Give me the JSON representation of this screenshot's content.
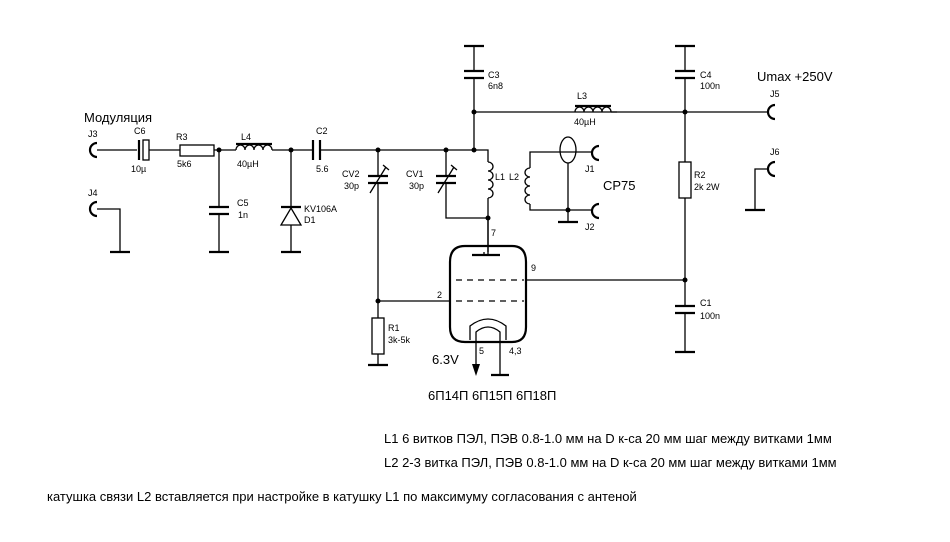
{
  "modulation_label": "Модуляция",
  "supply_label": "Umax +250V",
  "antenna_label": "CP75",
  "filament_label": "6.3V",
  "tube_types": "6П14П 6П15П 6П18П",
  "components": {
    "C6": {
      "ref": "C6",
      "value": "10µ"
    },
    "R3": {
      "ref": "R3",
      "value": "5k6"
    },
    "L4": {
      "ref": "L4",
      "value": "40µH"
    },
    "C5": {
      "ref": "C5",
      "value": "1n"
    },
    "D1": {
      "ref": "D1",
      "value": "KV106A"
    },
    "C2": {
      "ref": "C2",
      "value": "5.6"
    },
    "CV2": {
      "ref": "CV2",
      "value": "30p"
    },
    "CV1": {
      "ref": "CV1",
      "value": "30p"
    },
    "R1": {
      "ref": "R1",
      "value": "3k-5k"
    },
    "C3": {
      "ref": "C3",
      "value": "6n8"
    },
    "L3": {
      "ref": "L3",
      "value": "40µH"
    },
    "L1": {
      "ref": "L1"
    },
    "L2": {
      "ref": "L2"
    },
    "C4": {
      "ref": "C4",
      "value": "100n"
    },
    "R2": {
      "ref": "R2",
      "value": "2k 2W"
    },
    "C1": {
      "ref": "C1",
      "value": "100n"
    }
  },
  "jacks": {
    "J1": "J1",
    "J2": "J2",
    "J3": "J3",
    "J4": "J4",
    "J5": "J5",
    "J6": "J6"
  },
  "pins": {
    "p7": "7",
    "p9": "9",
    "p2": "2",
    "p5": "5",
    "p43": "4,3"
  },
  "notes": [
    "L1 6 витков ПЭЛ, ПЭВ 0.8-1.0 мм на D к-са 20 мм шаг между витками 1мм",
    "L2 2-3 витка ПЭЛ, ПЭВ 0.8-1.0 мм на D к-са 20 мм шаг между витками 1мм",
    "катушка связи L2 вставляется при настройке в катушку L1 по максимуму согласования с антеной"
  ]
}
